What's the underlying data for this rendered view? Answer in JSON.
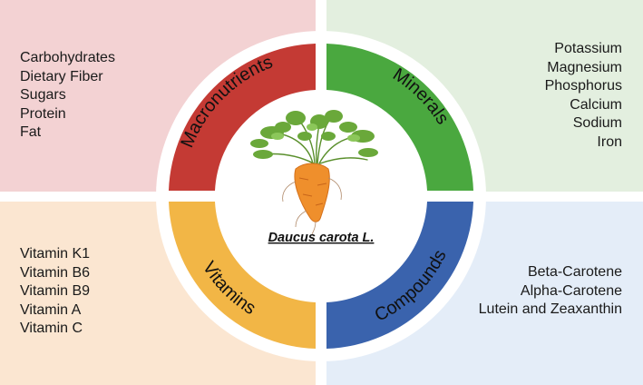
{
  "center": {
    "title": "Daucus carota L."
  },
  "segments": {
    "macronutrients": {
      "label": "Macronutrients",
      "color": "#c43a34"
    },
    "minerals": {
      "label": "Minerals",
      "color": "#4aa83f"
    },
    "vitamins": {
      "label": "Vitamins",
      "color": "#f2b646"
    },
    "compounds": {
      "label": "Compounds",
      "color": "#3a63ad"
    }
  },
  "lists": {
    "macronutrients": [
      "Carbohydrates",
      "Dietary Fiber",
      "Sugars",
      "Protein",
      "Fat"
    ],
    "minerals": [
      "Potassium",
      "Magnesium",
      "Phosphorus",
      "Calcium",
      "Sodium",
      "Iron"
    ],
    "vitamins": [
      "Vitamin K1",
      "Vitamin B6",
      "Vitamin B9",
      "Vitamin A",
      "Vitamin C"
    ],
    "compounds": [
      "Beta-Carotene",
      "Alpha-Carotene",
      "Lutein and Zeaxanthin"
    ]
  },
  "icons": {
    "center_image": "carrot-icon"
  }
}
